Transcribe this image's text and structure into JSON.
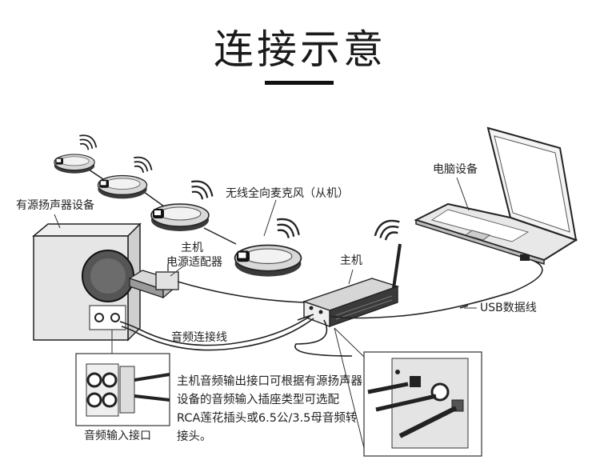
{
  "title": "连接示意",
  "labels": {
    "speaker": "有源扬声器设备",
    "mic": "无线全向麦克风（从机）",
    "power_line1": "主机",
    "power_line2": "电源适配器",
    "host": "主机",
    "computer": "电脑设备",
    "usb_cable": "USB数据线",
    "audio_cable": "音频连接线",
    "audio_input": "音频输入接口"
  },
  "note": "主机音频输出接口可根据有源扬声器设备的音频输入插座类型可选配RCA莲花插头或6.5公/3.5母音频转接头。",
  "icons": [
    "speaker-icon",
    "microphone-icon",
    "power-adapter-icon",
    "host-unit-icon",
    "antenna-icon",
    "laptop-icon",
    "wifi-signal-icon",
    "cable-icon"
  ]
}
